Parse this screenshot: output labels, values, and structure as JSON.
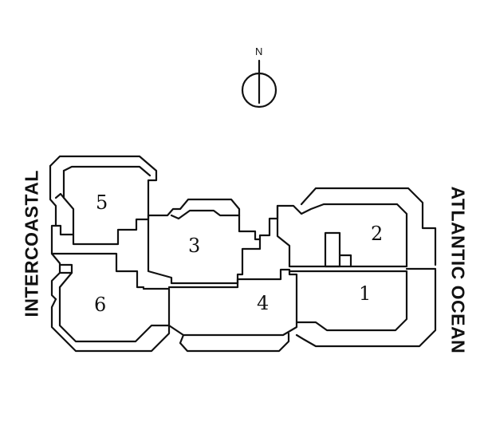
{
  "compass": {
    "north_label": "N",
    "icon": "north-arrow-icon"
  },
  "labels": {
    "left": "INTERCOASTAL",
    "right": "ATLANTIC OCEAN"
  },
  "units": [
    {
      "id": "1",
      "label": "1"
    },
    {
      "id": "2",
      "label": "2"
    },
    {
      "id": "3",
      "label": "3"
    },
    {
      "id": "4",
      "label": "4"
    },
    {
      "id": "5",
      "label": "5"
    },
    {
      "id": "6",
      "label": "6"
    }
  ]
}
